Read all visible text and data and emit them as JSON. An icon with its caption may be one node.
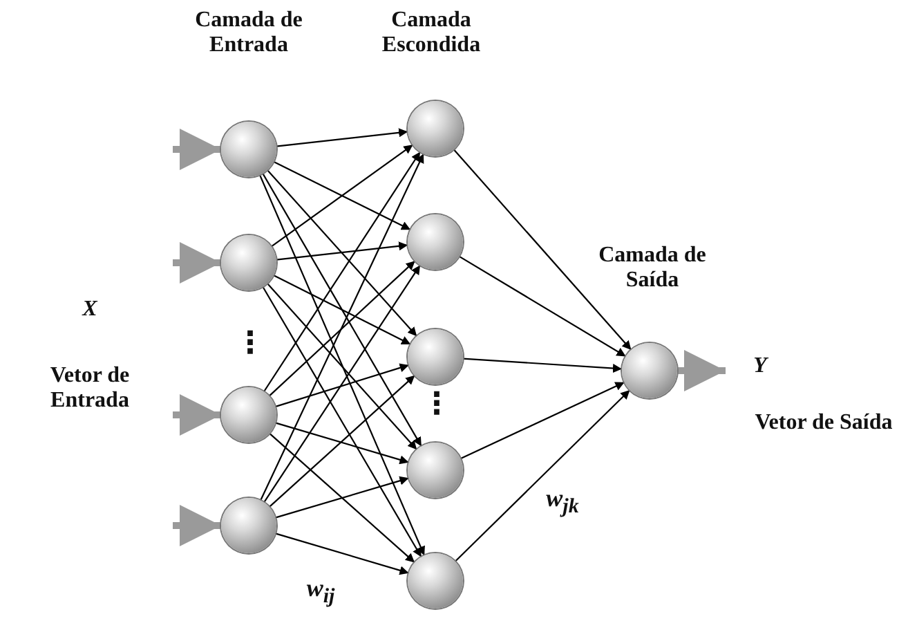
{
  "diagram": {
    "nodes": [
      {
        "text": [],
        "shape": "circle"
      },
      {
        "text": [],
        "shape": "circle"
      },
      {
        "text": [],
        "shape": "circle"
      },
      {
        "text": [],
        "shape": "circle"
      },
      {
        "text": [],
        "shape": "circle"
      },
      {
        "text": [],
        "shape": "circle"
      },
      {
        "text": [],
        "shape": "circle"
      },
      {
        "text": [],
        "shape": "circle"
      },
      {
        "text": [],
        "shape": "circle"
      },
      {
        "text": [],
        "shape": "circle"
      }
    ],
    "edges": [
      {
        "from": null,
        "to": 0,
        "arrow": "to",
        "style": "thick",
        "color": "#9a9a9a"
      },
      {
        "from": null,
        "to": 1,
        "arrow": "to",
        "style": "thick",
        "color": "#9a9a9a"
      },
      {
        "from": null,
        "to": 2,
        "arrow": "to",
        "style": "thick",
        "color": "#9a9a9a"
      },
      {
        "from": null,
        "to": 3,
        "arrow": "to",
        "style": "thick",
        "color": "#9a9a9a"
      },
      {
        "from": 0,
        "to": 4,
        "arrow": "to"
      },
      {
        "from": 0,
        "to": 5,
        "arrow": "to"
      },
      {
        "from": 0,
        "to": 6,
        "arrow": "to"
      },
      {
        "from": 0,
        "to": 7,
        "arrow": "to"
      },
      {
        "from": 0,
        "to": 8,
        "arrow": "to"
      },
      {
        "from": 1,
        "to": 4,
        "arrow": "to"
      },
      {
        "from": 1,
        "to": 5,
        "arrow": "to"
      },
      {
        "from": 1,
        "to": 6,
        "arrow": "to"
      },
      {
        "from": 1,
        "to": 7,
        "arrow": "to"
      },
      {
        "from": 1,
        "to": 8,
        "arrow": "to"
      },
      {
        "from": 2,
        "to": 4,
        "arrow": "to"
      },
      {
        "from": 2,
        "to": 5,
        "arrow": "to"
      },
      {
        "from": 2,
        "to": 6,
        "arrow": "to"
      },
      {
        "from": 2,
        "to": 7,
        "arrow": "to"
      },
      {
        "from": 2,
        "to": 8,
        "arrow": "to"
      },
      {
        "from": 3,
        "to": 4,
        "arrow": "to"
      },
      {
        "from": 3,
        "to": 5,
        "arrow": "to"
      },
      {
        "from": 3,
        "to": 6,
        "arrow": "to"
      },
      {
        "from": 3,
        "to": 7,
        "arrow": "to"
      },
      {
        "from": 3,
        "to": 8,
        "arrow": "to"
      },
      {
        "from": 4,
        "to": 9,
        "arrow": "to"
      },
      {
        "from": 5,
        "to": 9,
        "arrow": "to"
      },
      {
        "from": 6,
        "to": 9,
        "arrow": "to"
      },
      {
        "from": 7,
        "to": 9,
        "arrow": "to"
      },
      {
        "from": 8,
        "to": 9,
        "arrow": "to"
      },
      {
        "from": 9,
        "to": null,
        "arrow": "to",
        "style": "thick",
        "color": "#9a9a9a"
      }
    ],
    "labels": [
      "Camada de Entrada",
      "Camada Escondida",
      "Camada de Saída",
      "X",
      "Vetor de Entrada",
      "Y",
      "Vetor de Saída",
      "⋮",
      "⋮",
      "w$_{ij}$",
      "w$_{jk}$"
    ]
  }
}
